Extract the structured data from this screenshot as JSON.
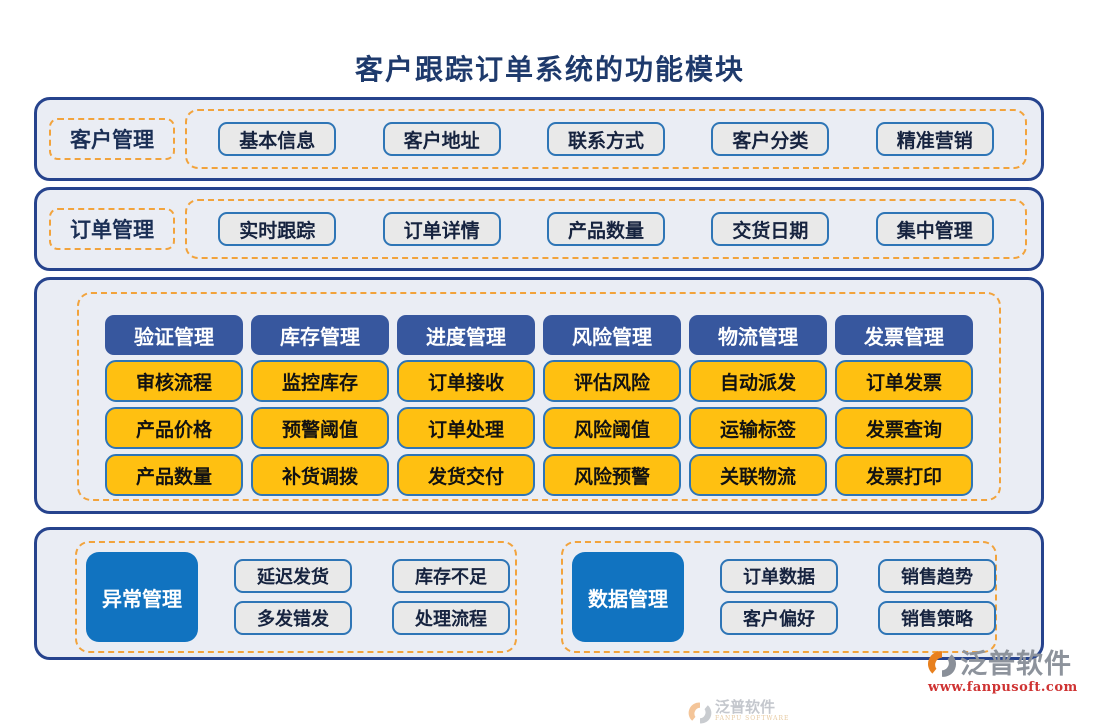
{
  "page": {
    "title": "客户跟踪订单系统的功能模块"
  },
  "rows": [
    {
      "label": "客户管理",
      "items": [
        "基本信息",
        "客户地址",
        "联系方式",
        "客户分类",
        "精准营销"
      ]
    },
    {
      "label": "订单管理",
      "items": [
        "实时跟踪",
        "订单详情",
        "产品数量",
        "交货日期",
        "集中管理"
      ]
    }
  ],
  "matrix": {
    "columns": [
      {
        "header": "验证管理",
        "items": [
          "审核流程",
          "产品价格",
          "产品数量"
        ]
      },
      {
        "header": "库存管理",
        "items": [
          "监控库存",
          "预警阈值",
          "补货调拨"
        ]
      },
      {
        "header": "进度管理",
        "items": [
          "订单接收",
          "订单处理",
          "发货交付"
        ]
      },
      {
        "header": "风险管理",
        "items": [
          "评估风险",
          "风险阈值",
          "风险预警"
        ]
      },
      {
        "header": "物流管理",
        "items": [
          "自动派发",
          "运输标签",
          "关联物流"
        ]
      },
      {
        "header": "发票管理",
        "items": [
          "订单发票",
          "发票查询",
          "发票打印"
        ]
      }
    ]
  },
  "bottom": [
    {
      "label": "异常管理",
      "items": [
        "延迟发货",
        "库存不足",
        "多发错发",
        "处理流程"
      ]
    },
    {
      "label": "数据管理",
      "items": [
        "订单数据",
        "销售趋势",
        "客户偏好",
        "销售策略"
      ]
    }
  ],
  "watermark": {
    "brand": "泛普软件",
    "brand_sub": "FANPU SOFTWARE",
    "url": "www.fanpusoft.com"
  },
  "colors": {
    "title": "#1e3a6c",
    "container_border": "#26438d",
    "container_bg": "#eaedf4",
    "dashed_orange": "#f2a33c",
    "chip_border_blue": "#2e75b6",
    "chip_gray_bg": "#e9e9e9",
    "matrix_header_bg": "#37579e",
    "matrix_chip_bg": "#ffc011",
    "bottom_blue_bg": "#1173c0",
    "watermark_url_red": "#cf3333"
  }
}
